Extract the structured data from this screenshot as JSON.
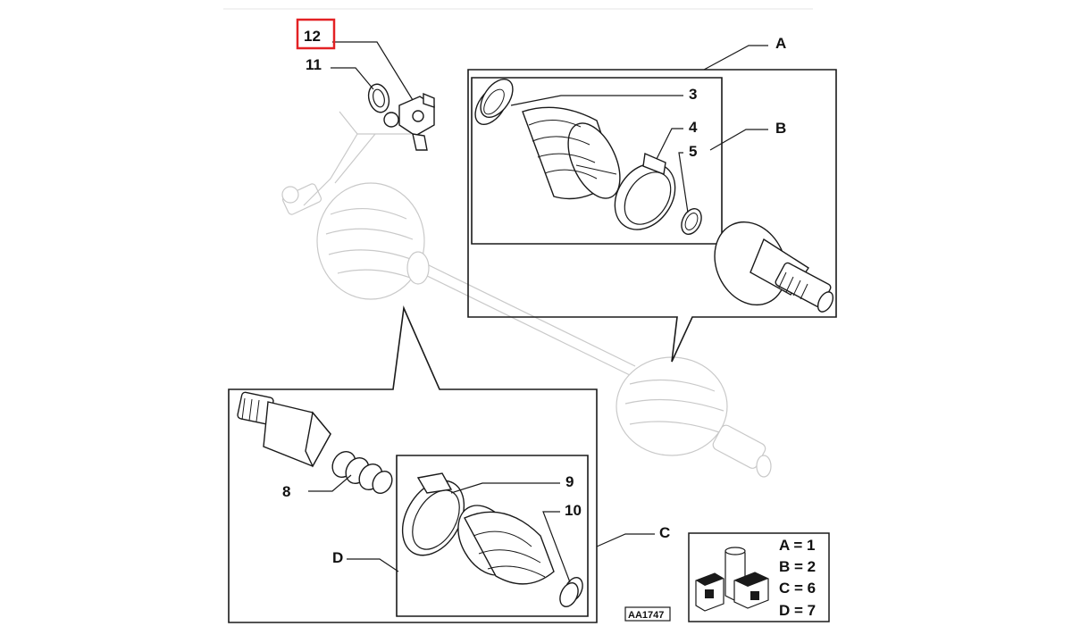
{
  "callouts": {
    "n3": "3",
    "n4": "4",
    "n5": "5",
    "n8": "8",
    "n9": "9",
    "n10": "10",
    "n11": "11",
    "n12": "12",
    "A": "A",
    "B": "B",
    "C": "C",
    "D": "D"
  },
  "legend": {
    "rows": [
      "A = 1",
      "B = 2",
      "C = 6",
      "D = 7"
    ]
  },
  "drawing_code": "AA1747",
  "colors": {
    "highlight": "#e32124",
    "ink": "#1a1a1a",
    "ghost": "#c9c9c9"
  }
}
